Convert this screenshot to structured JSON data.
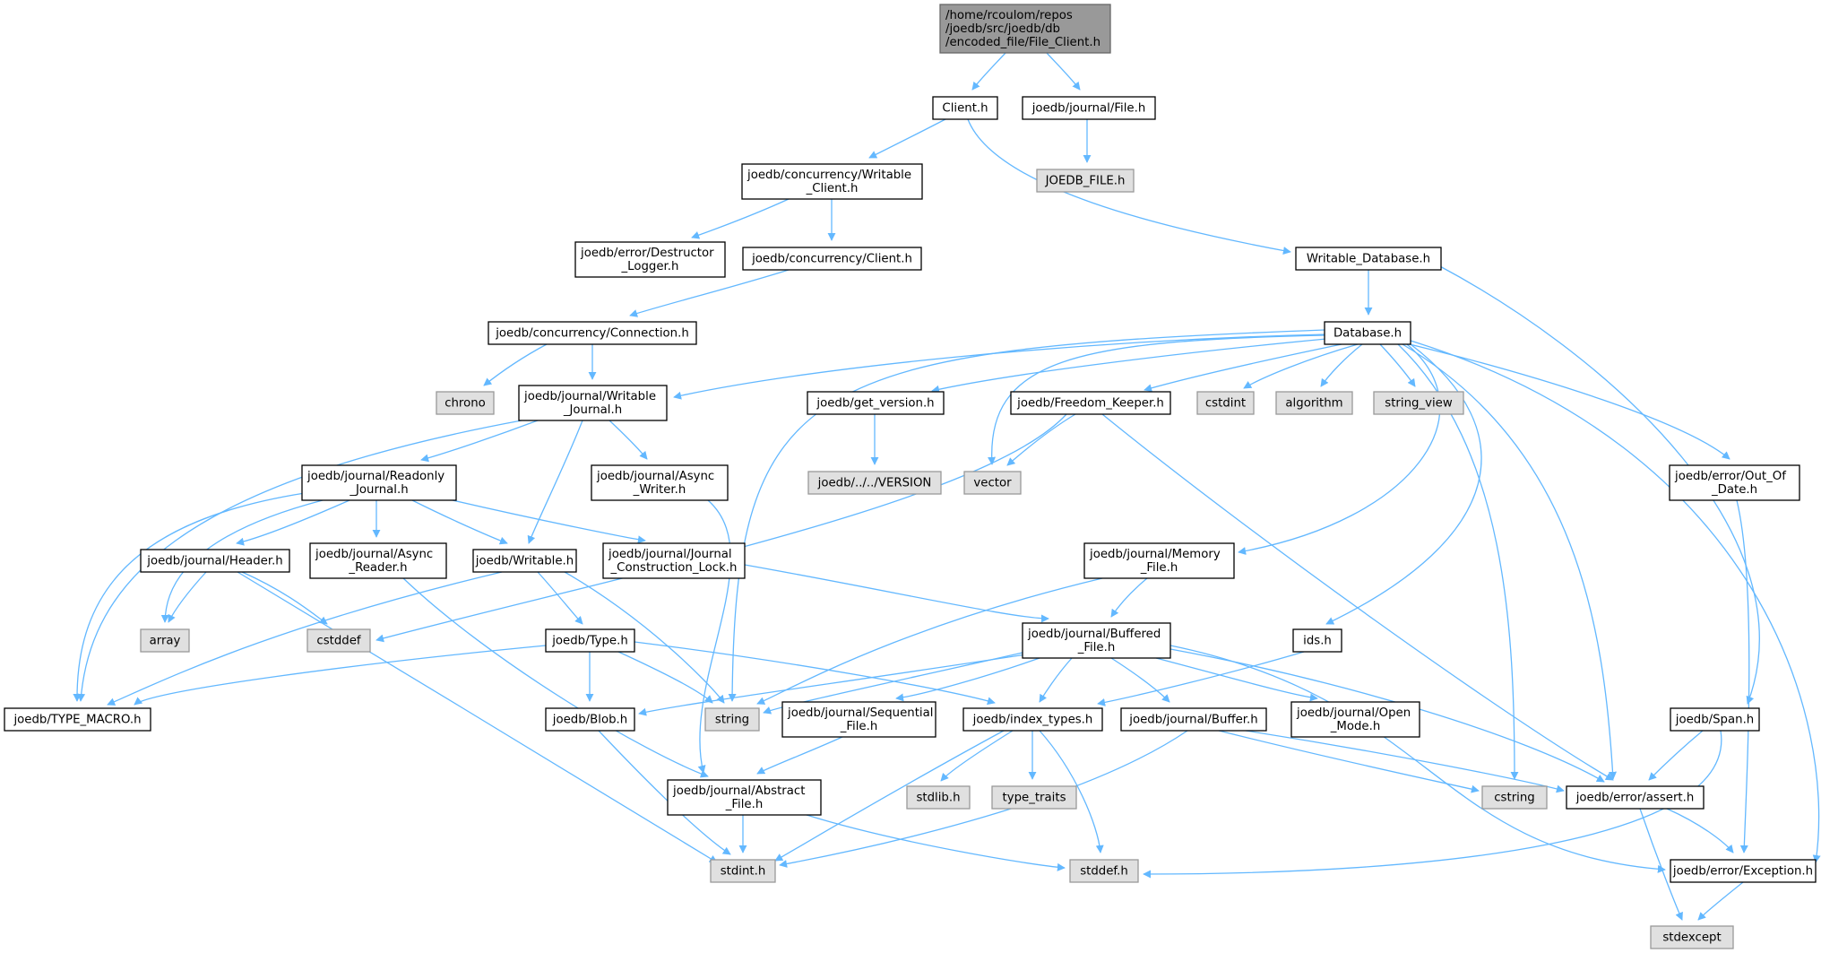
{
  "colors": {
    "edge": "#63b8ff",
    "node_border": "#000000",
    "node_fill": "#ffffff",
    "system_border": "#999999",
    "system_fill": "#e0e0e0",
    "root_border": "#666666",
    "root_fill": "#999999",
    "text": "#000000"
  },
  "nodes": [
    {
      "id": "root",
      "kind": "root",
      "lines": [
        "/home/rcoulom/repos",
        "/joedb/src/joedb/db",
        "/encoded_file/File_Client.h"
      ]
    },
    {
      "id": "client_h",
      "kind": "normal",
      "lines": [
        "Client.h"
      ]
    },
    {
      "id": "journal_file",
      "kind": "normal",
      "lines": [
        "joedb/journal/File.h"
      ]
    },
    {
      "id": "joedb_file",
      "kind": "system",
      "lines": [
        "JOEDB_FILE.h"
      ]
    },
    {
      "id": "writable_client",
      "kind": "normal",
      "lines": [
        "joedb/concurrency/Writable",
        "_Client.h"
      ]
    },
    {
      "id": "destructor_logger",
      "kind": "normal",
      "lines": [
        "joedb/error/Destructor",
        "_Logger.h"
      ]
    },
    {
      "id": "concurrency_client",
      "kind": "normal",
      "lines": [
        "joedb/concurrency/Client.h"
      ]
    },
    {
      "id": "writable_database",
      "kind": "normal",
      "lines": [
        "Writable_Database.h"
      ]
    },
    {
      "id": "connection",
      "kind": "normal",
      "lines": [
        "joedb/concurrency/Connection.h"
      ]
    },
    {
      "id": "database",
      "kind": "normal",
      "lines": [
        "Database.h"
      ]
    },
    {
      "id": "chrono",
      "kind": "system",
      "lines": [
        "chrono"
      ]
    },
    {
      "id": "writable_journal",
      "kind": "normal",
      "lines": [
        "joedb/journal/Writable",
        "_Journal.h"
      ]
    },
    {
      "id": "get_version",
      "kind": "normal",
      "lines": [
        "joedb/get_version.h"
      ]
    },
    {
      "id": "freedom_keeper",
      "kind": "normal",
      "lines": [
        "joedb/Freedom_Keeper.h"
      ]
    },
    {
      "id": "cstdint",
      "kind": "system",
      "lines": [
        "cstdint"
      ]
    },
    {
      "id": "algorithm",
      "kind": "system",
      "lines": [
        "algorithm"
      ]
    },
    {
      "id": "string_view",
      "kind": "system",
      "lines": [
        "string_view"
      ]
    },
    {
      "id": "readonly_journal",
      "kind": "normal",
      "lines": [
        "joedb/journal/Readonly",
        "_Journal.h"
      ]
    },
    {
      "id": "async_writer",
      "kind": "normal",
      "lines": [
        "joedb/journal/Async",
        "_Writer.h"
      ]
    },
    {
      "id": "version",
      "kind": "system",
      "lines": [
        "joedb/../../VERSION"
      ]
    },
    {
      "id": "vector",
      "kind": "system",
      "lines": [
        "vector"
      ]
    },
    {
      "id": "out_of_date",
      "kind": "normal",
      "lines": [
        "joedb/error/Out_Of",
        "_Date.h"
      ]
    },
    {
      "id": "header",
      "kind": "normal",
      "lines": [
        "joedb/journal/Header.h"
      ]
    },
    {
      "id": "async_reader",
      "kind": "normal",
      "lines": [
        "joedb/journal/Async",
        "_Reader.h"
      ]
    },
    {
      "id": "writable_h",
      "kind": "normal",
      "lines": [
        "joedb/Writable.h"
      ]
    },
    {
      "id": "construction_lock",
      "kind": "normal",
      "lines": [
        "joedb/journal/Journal",
        "_Construction_Lock.h"
      ]
    },
    {
      "id": "memory_file",
      "kind": "normal",
      "lines": [
        "joedb/journal/Memory",
        "_File.h"
      ]
    },
    {
      "id": "array",
      "kind": "system",
      "lines": [
        "array"
      ]
    },
    {
      "id": "cstddef",
      "kind": "system",
      "lines": [
        "cstddef"
      ]
    },
    {
      "id": "type_h",
      "kind": "normal",
      "lines": [
        "joedb/Type.h"
      ]
    },
    {
      "id": "buffered_file",
      "kind": "normal",
      "lines": [
        "joedb/journal/Buffered",
        "_File.h"
      ]
    },
    {
      "id": "ids_h",
      "kind": "normal",
      "lines": [
        "ids.h"
      ]
    },
    {
      "id": "type_macro",
      "kind": "normal",
      "lines": [
        "joedb/TYPE_MACRO.h"
      ]
    },
    {
      "id": "blob_h",
      "kind": "normal",
      "lines": [
        "joedb/Blob.h"
      ]
    },
    {
      "id": "string",
      "kind": "system",
      "lines": [
        "string"
      ]
    },
    {
      "id": "sequential_file",
      "kind": "normal",
      "lines": [
        "joedb/journal/Sequential",
        "_File.h"
      ]
    },
    {
      "id": "index_types",
      "kind": "normal",
      "lines": [
        "joedb/index_types.h"
      ]
    },
    {
      "id": "buffer_h",
      "kind": "normal",
      "lines": [
        "joedb/journal/Buffer.h"
      ]
    },
    {
      "id": "open_mode",
      "kind": "normal",
      "lines": [
        "joedb/journal/Open",
        "_Mode.h"
      ]
    },
    {
      "id": "span_h",
      "kind": "normal",
      "lines": [
        "joedb/Span.h"
      ]
    },
    {
      "id": "abstract_file",
      "kind": "normal",
      "lines": [
        "joedb/journal/Abstract",
        "_File.h"
      ]
    },
    {
      "id": "stdlib",
      "kind": "system",
      "lines": [
        "stdlib.h"
      ]
    },
    {
      "id": "type_traits",
      "kind": "system",
      "lines": [
        "type_traits"
      ]
    },
    {
      "id": "cstring",
      "kind": "system",
      "lines": [
        "cstring"
      ]
    },
    {
      "id": "assert_h",
      "kind": "normal",
      "lines": [
        "joedb/error/assert.h"
      ]
    },
    {
      "id": "stdint",
      "kind": "system",
      "lines": [
        "stdint.h"
      ]
    },
    {
      "id": "stddef",
      "kind": "system",
      "lines": [
        "stddef.h"
      ]
    },
    {
      "id": "exception",
      "kind": "normal",
      "lines": [
        "joedb/error/Exception.h"
      ]
    },
    {
      "id": "stdexcept",
      "kind": "system",
      "lines": [
        "stdexcept"
      ]
    }
  ],
  "edges": [
    [
      "root",
      "client_h"
    ],
    [
      "root",
      "journal_file"
    ],
    [
      "client_h",
      "writable_client"
    ],
    [
      "client_h",
      "writable_database"
    ],
    [
      "journal_file",
      "joedb_file"
    ],
    [
      "writable_client",
      "destructor_logger"
    ],
    [
      "writable_client",
      "concurrency_client"
    ],
    [
      "concurrency_client",
      "connection"
    ],
    [
      "connection",
      "chrono"
    ],
    [
      "connection",
      "writable_journal"
    ],
    [
      "writable_database",
      "database"
    ],
    [
      "writable_database",
      "span_h"
    ],
    [
      "database",
      "writable_journal"
    ],
    [
      "database",
      "get_version"
    ],
    [
      "database",
      "freedom_keeper"
    ],
    [
      "database",
      "cstdint"
    ],
    [
      "database",
      "algorithm"
    ],
    [
      "database",
      "string_view"
    ],
    [
      "database",
      "vector"
    ],
    [
      "database",
      "string"
    ],
    [
      "database",
      "out_of_date"
    ],
    [
      "database",
      "memory_file"
    ],
    [
      "database",
      "ids_h"
    ],
    [
      "database",
      "cstring"
    ],
    [
      "database",
      "assert_h"
    ],
    [
      "database",
      "exception"
    ],
    [
      "writable_journal",
      "readonly_journal"
    ],
    [
      "writable_journal",
      "async_writer"
    ],
    [
      "writable_journal",
      "writable_h"
    ],
    [
      "writable_journal",
      "type_macro"
    ],
    [
      "get_version",
      "version"
    ],
    [
      "freedom_keeper",
      "vector"
    ],
    [
      "freedom_keeper",
      "cstddef"
    ],
    [
      "freedom_keeper",
      "assert_h"
    ],
    [
      "readonly_journal",
      "header"
    ],
    [
      "readonly_journal",
      "async_reader"
    ],
    [
      "readonly_journal",
      "writable_h"
    ],
    [
      "readonly_journal",
      "construction_lock"
    ],
    [
      "readonly_journal",
      "array"
    ],
    [
      "readonly_journal",
      "type_macro"
    ],
    [
      "async_writer",
      "abstract_file"
    ],
    [
      "out_of_date",
      "exception"
    ],
    [
      "header",
      "array"
    ],
    [
      "header",
      "cstddef"
    ],
    [
      "header",
      "stdint"
    ],
    [
      "async_reader",
      "abstract_file"
    ],
    [
      "writable_h",
      "type_h"
    ],
    [
      "writable_h",
      "string"
    ],
    [
      "writable_h",
      "type_macro"
    ],
    [
      "construction_lock",
      "buffered_file"
    ],
    [
      "memory_file",
      "buffered_file"
    ],
    [
      "memory_file",
      "string"
    ],
    [
      "type_h",
      "blob_h"
    ],
    [
      "type_h",
      "string"
    ],
    [
      "type_h",
      "index_types"
    ],
    [
      "type_h",
      "type_macro"
    ],
    [
      "buffered_file",
      "blob_h"
    ],
    [
      "buffered_file",
      "string"
    ],
    [
      "buffered_file",
      "sequential_file"
    ],
    [
      "buffered_file",
      "index_types"
    ],
    [
      "buffered_file",
      "buffer_h"
    ],
    [
      "buffered_file",
      "open_mode"
    ],
    [
      "buffered_file",
      "assert_h"
    ],
    [
      "buffered_file",
      "exception"
    ],
    [
      "ids_h",
      "index_types"
    ],
    [
      "blob_h",
      "stdint"
    ],
    [
      "sequential_file",
      "abstract_file"
    ],
    [
      "index_types",
      "stdlib"
    ],
    [
      "index_types",
      "type_traits"
    ],
    [
      "index_types",
      "stddef"
    ],
    [
      "index_types",
      "stdint"
    ],
    [
      "buffer_h",
      "cstring"
    ],
    [
      "buffer_h",
      "assert_h"
    ],
    [
      "buffer_h",
      "stdint"
    ],
    [
      "span_h",
      "assert_h"
    ],
    [
      "span_h",
      "stddef"
    ],
    [
      "abstract_file",
      "stdint"
    ],
    [
      "abstract_file",
      "stddef"
    ],
    [
      "assert_h",
      "exception"
    ],
    [
      "assert_h",
      "stdexcept"
    ],
    [
      "exception",
      "stdexcept"
    ]
  ]
}
